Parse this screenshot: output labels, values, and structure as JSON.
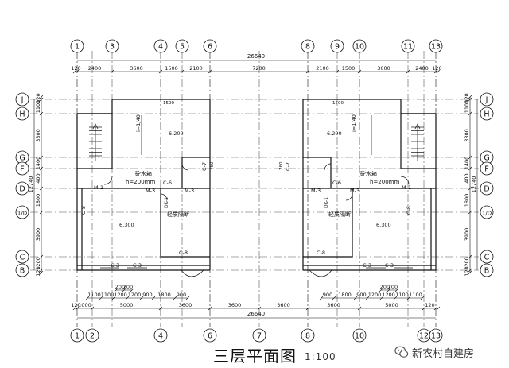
{
  "plan": {
    "title": "三层平面图",
    "scale": "1:100",
    "watermark": "新农村自建房",
    "overall_width": "26640",
    "overall_depth": "12740",
    "top_axes": [
      "1",
      "3",
      "4",
      "5",
      "6",
      "8",
      "9",
      "10",
      "11",
      "13"
    ],
    "bottom_axes": [
      "1",
      "2",
      "4",
      "6",
      "7",
      "8",
      "10",
      "12",
      "13"
    ],
    "left_axes": [
      "J",
      "H",
      "G",
      "F",
      "D",
      "1/D",
      "C",
      "B"
    ],
    "right_axes": [
      "J",
      "H",
      "G",
      "F",
      "D",
      "1/D",
      "C",
      "B"
    ],
    "top_dims": [
      "120",
      "2400",
      "3600",
      "1500",
      "2100",
      "7200",
      "2100",
      "1500",
      "3600",
      "2400",
      "120"
    ],
    "bottom_dims_major": [
      "120",
      "1000",
      "5000",
      "3600",
      "3600",
      "3600",
      "3600",
      "5000",
      "120"
    ],
    "bottom_dims_detail_left": [
      "1100",
      "1100",
      "1200",
      "1200",
      "900",
      "1800",
      "900"
    ],
    "bottom_dims_detail_right": [
      "900",
      "1800",
      "900",
      "1200",
      "1200",
      "1100",
      "1100"
    ],
    "bottom_dims_sub_left": [
      "200",
      "200"
    ],
    "bottom_dims_sub_right": [
      "200",
      "200"
    ],
    "side_dims_left": [
      "120",
      "1100",
      "3300",
      "1400",
      "400",
      "1800",
      "3900",
      "1200",
      "120"
    ],
    "side_dims_right": [
      "120",
      "1100",
      "3300",
      "1400",
      "400",
      "1800",
      "3900",
      "1200",
      "120"
    ],
    "labels": {
      "elev_top": "6.200",
      "elev_room": "6.300",
      "slope": "i=1/40",
      "water_tank": "砼水箱",
      "tank_height": "h=200mm",
      "light_partition": "轻质隔断",
      "dim_760": "760",
      "dim_1500": "1500",
      "m1": "M-1",
      "m3": "M-3",
      "c3": "C-3",
      "c6": "C-6",
      "c8": "C-8",
      "c7": "C-7",
      "dk1": "DK-1"
    }
  }
}
